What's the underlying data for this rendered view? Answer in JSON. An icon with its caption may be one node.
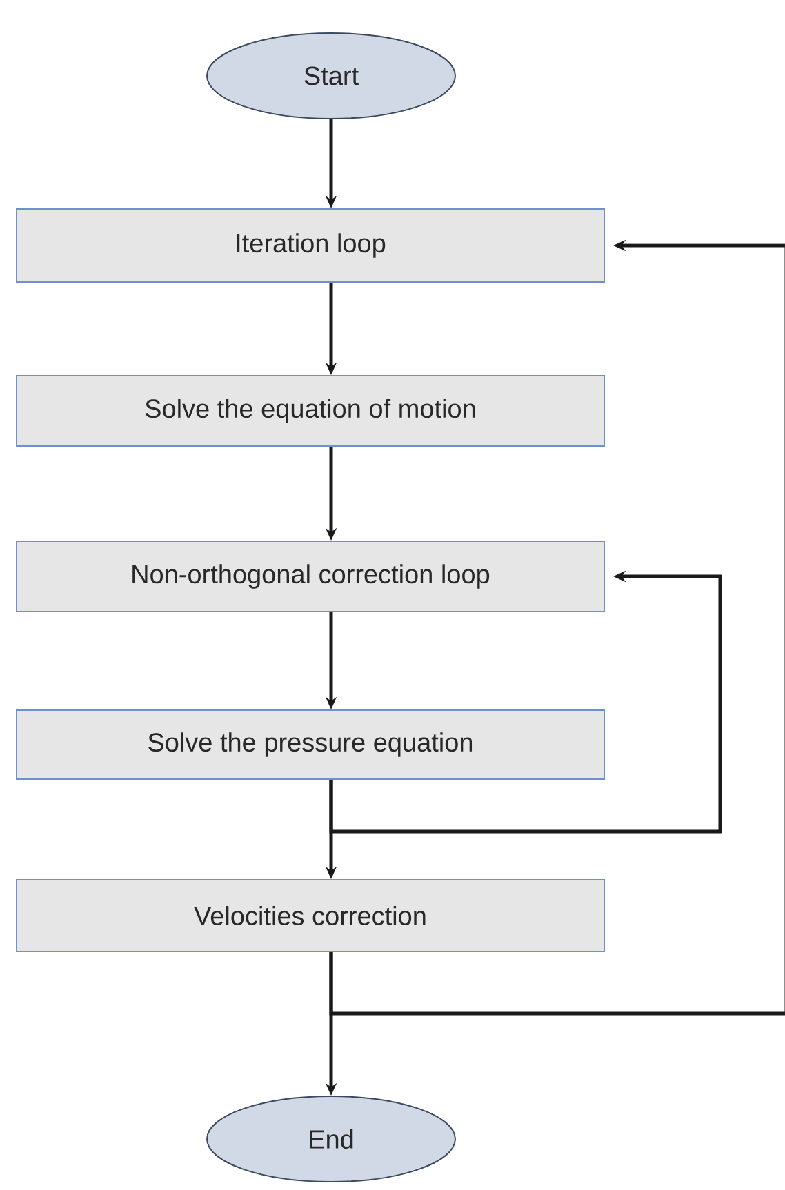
{
  "diagram": {
    "nodes": [
      {
        "text": [
          "Start"
        ]
      },
      {
        "text": [
          "Iteration loop"
        ]
      },
      {
        "text": [
          "Solve the equation of motion"
        ]
      },
      {
        "text": [
          "Non-orthogonal correction loop"
        ]
      },
      {
        "text": [
          "Solve the pressure equation"
        ]
      },
      {
        "text": [
          "Velocities correction"
        ]
      },
      {
        "text": [
          "End"
        ]
      }
    ],
    "edges": [
      {
        "from": 0,
        "to": 1,
        "arrow": "to"
      },
      {
        "from": 1,
        "to": 2,
        "arrow": "to"
      },
      {
        "from": 2,
        "to": 3,
        "arrow": "to"
      },
      {
        "from": 3,
        "to": 4,
        "arrow": "to"
      },
      {
        "from": 4,
        "to": 5,
        "arrow": "to"
      },
      {
        "from": 4,
        "to": 3,
        "arrow": "to"
      },
      {
        "from": 5,
        "to": 6,
        "arrow": "to"
      },
      {
        "from": 5,
        "to": 1,
        "arrow": "to"
      }
    ]
  }
}
